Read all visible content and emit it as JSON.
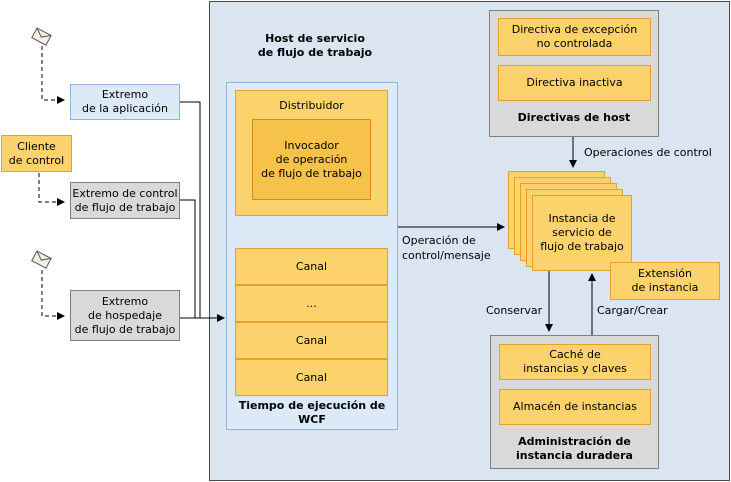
{
  "host": {
    "title": "Host de servicio\nde flujo de trabajo"
  },
  "left": {
    "control_client": "Cliente\nde control",
    "app_endpoint": "Extremo\nde la aplicación",
    "control_endpoint": "Extremo de control\nde flujo de trabajo",
    "hosting_endpoint": "Extremo\nde hospedaje\nde flujo de trabajo"
  },
  "wcf_runtime": {
    "caption": "Tiempo de ejecución de WCF",
    "dispatcher": "Distribuidor",
    "invoker": "Invocador\nde operación\nde flujo de trabajo",
    "channels": [
      "Canal",
      "...",
      "Canal",
      "Canal"
    ]
  },
  "host_policies": {
    "caption": "Directivas de host",
    "items": [
      "Directiva de excepción\nno controlada",
      "Directiva inactiva"
    ]
  },
  "instance": {
    "label": "Instancia de\nservicio de\nflujo de trabajo",
    "extension": "Extensión\nde instancia"
  },
  "durable": {
    "caption": "Administración de\ninstancia duradera",
    "items": [
      "Caché de\ninstancias y claves",
      "Almacén de instancias"
    ]
  },
  "arrows": {
    "control_ops": "Operaciones de control",
    "op_message": "Operación de\ncontrol/mensaje",
    "persist": "Conservar",
    "load_create": "Cargar/Crear"
  },
  "colors": {
    "host_bg": "#dbe5f1",
    "orange": "#fbd26b",
    "gray": "#d9d9d9",
    "light_blue": "#dce9f7"
  }
}
